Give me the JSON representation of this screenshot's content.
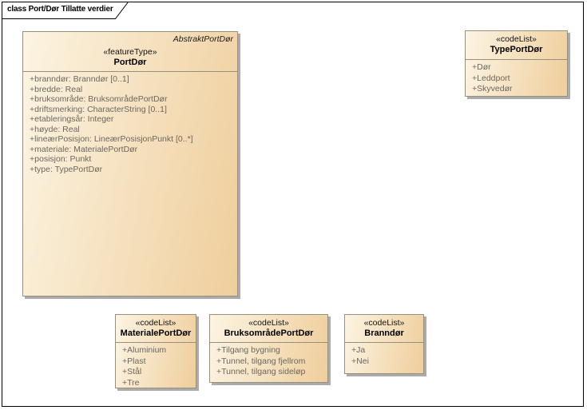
{
  "diagram": {
    "title": "class Port/Dør Tillatte verdier",
    "visibility_prefix": "+",
    "colors": {
      "box_fill_start": "#fcf4e2",
      "box_fill_end": "#efce9c",
      "box_border": "#96917f",
      "box_shadow": "#ababab",
      "attribute_text": "#6b675f",
      "frame_border": "#000000"
    },
    "classes": [
      {
        "annotation": "AbstraktPortDør",
        "stereotype": "«featureType»",
        "name": "PortDør",
        "attributes": [
          "branndør: Branndør [0..1]",
          "bredde: Real",
          "bruksområde: BruksområdePortDør",
          "driftsmerking: CharacterString [0..1]",
          "etableringsår: Integer",
          "høyde: Real",
          "lineærPosisjon: LineærPosisjonPunkt [0..*]",
          "materiale: MaterialePortDør",
          "posisjon: Punkt",
          "type: TypePortDør"
        ]
      },
      {
        "stereotype": "«codeList»",
        "name": "TypePortDør",
        "attributes": [
          "Dør",
          "Leddport",
          "Skyvedør"
        ]
      },
      {
        "stereotype": "«codeList»",
        "name": "MaterialePortDør",
        "attributes": [
          "Aluminium",
          "Plast",
          "Stål",
          "Tre"
        ]
      },
      {
        "stereotype": "«codeList»",
        "name": "BruksområdePortDør",
        "attributes": [
          "Tilgang bygning",
          "Tunnel, tilgang fjellrom",
          "Tunnel, tilgang sideløp"
        ]
      },
      {
        "stereotype": "«codeList»",
        "name": "Branndør",
        "attributes": [
          "Ja",
          "Nei"
        ]
      }
    ]
  }
}
